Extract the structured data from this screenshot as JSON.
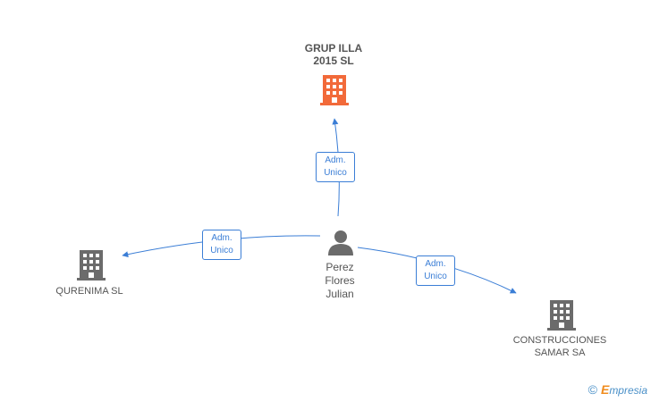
{
  "nodes": {
    "grup_illa": {
      "label_line1": "GRUP ILLA",
      "label_line2": "2015  SL",
      "icon": "building-icon",
      "color": "#f26a3a"
    },
    "qurenima": {
      "label": "QURENIMA SL",
      "icon": "building-icon",
      "color": "#6b6b6b"
    },
    "construcciones": {
      "label_line1": "CONSTRUCCIONES",
      "label_line2": "SAMAR SA",
      "icon": "building-icon",
      "color": "#6b6b6b"
    },
    "person": {
      "line1": "Perez",
      "line2": "Flores",
      "line3": "Julian",
      "icon": "person-icon",
      "color": "#6b6b6b"
    }
  },
  "edges": [
    {
      "line1": "Adm.",
      "line2": "Unico",
      "from": "Perez Flores Julian",
      "to": "GRUP ILLA 2015 SL"
    },
    {
      "line1": "Adm.",
      "line2": "Unico",
      "from": "Perez Flores Julian",
      "to": "QURENIMA SL"
    },
    {
      "line1": "Adm.",
      "line2": "Unico",
      "from": "Perez Flores Julian",
      "to": "CONSTRUCCIONES SAMAR SA"
    }
  ],
  "colors": {
    "edge": "#3b7ed6"
  },
  "brand": {
    "copyright": "©",
    "first_letter": "E",
    "rest": "mpresia"
  }
}
